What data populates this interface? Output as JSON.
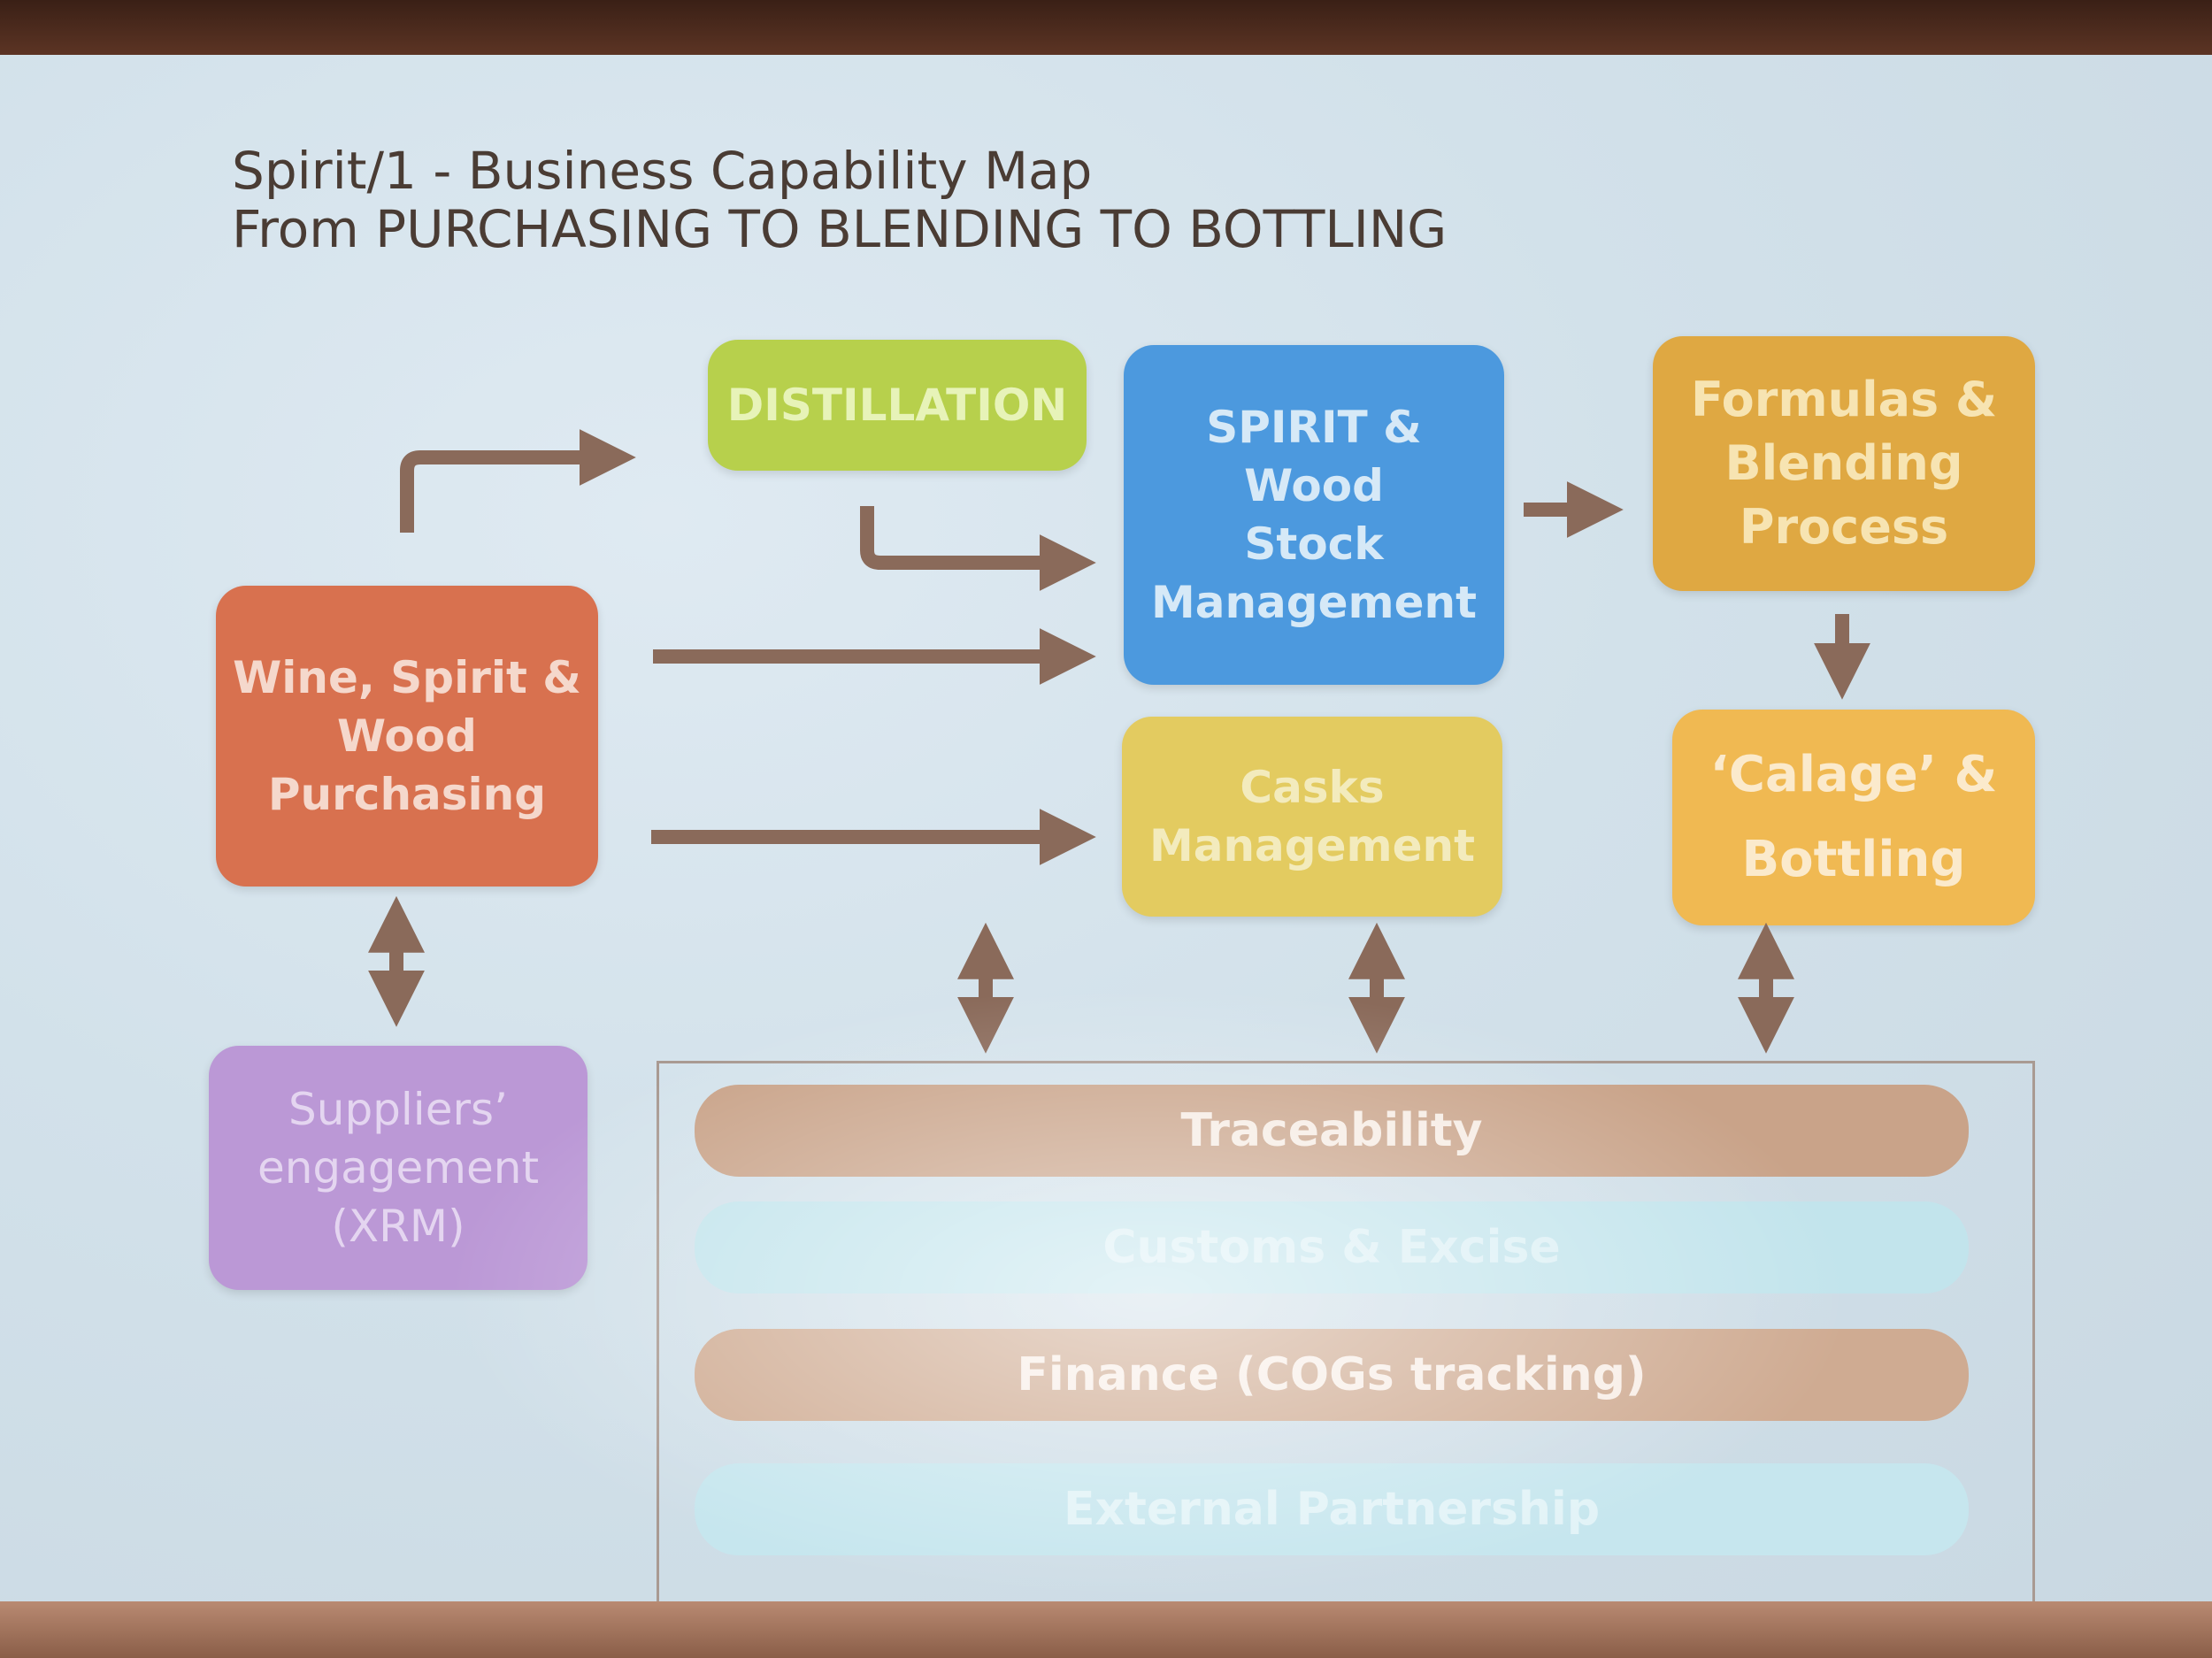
{
  "title": {
    "line1": "Spirit/1 - Business Capability Map",
    "line2": "From PURCHASING TO BLENDING TO BOTTLING"
  },
  "boxes": {
    "distillation": "DISTILLATION",
    "spirit_wood_stock": [
      "SPIRIT  & Wood",
      "Stock",
      "Management"
    ],
    "formulas_blending": [
      "Formulas  &",
      "Blending",
      "Process"
    ],
    "wine_purchasing": [
      "Wine, Spirit &",
      "Wood",
      "Purchasing"
    ],
    "casks_management": [
      "Casks",
      "Management"
    ],
    "calage_bottling": [
      "‘Calage’ &",
      "Bottling"
    ],
    "suppliers_engagement": [
      "Suppliers’",
      "engagement",
      "(XRM)"
    ]
  },
  "bands": {
    "traceability": "Traceability",
    "customs_excise": "Customs & Excise",
    "finance": "Finance (COGs tracking)",
    "external_partnership": "External Partnership"
  },
  "colors": {
    "arrow": "#8a6a5a",
    "distillation": "#b5cf4a",
    "spirit_wood_stock": "#4a97dc",
    "formulas_blending": "#dea640",
    "wine_purchasing": "#d86f52",
    "casks_management": "#e1c85a",
    "calage_bottling": "#f0b850",
    "suppliers_engagement": "#b995d6",
    "band_brown": "#c9a48a",
    "band_blue": "#bfe3ec"
  }
}
